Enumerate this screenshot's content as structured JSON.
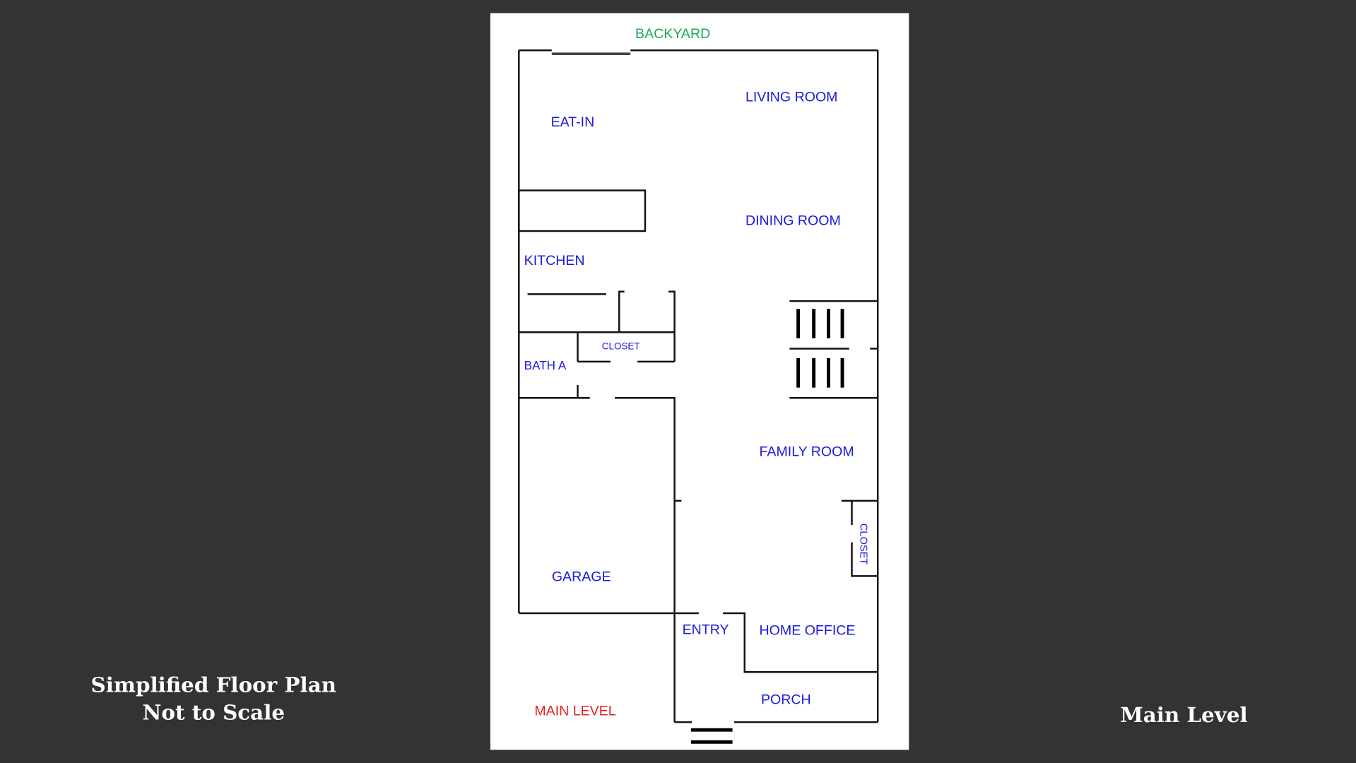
{
  "captions": {
    "left_line1": "Simplified Floor Plan",
    "left_line2": "Not to Scale",
    "right": "Main Level"
  },
  "plan": {
    "backyard": "BACKYARD",
    "level_label": "MAIN LEVEL",
    "rooms": {
      "living_room": "LIVING ROOM",
      "eat_in": "EAT-IN",
      "dining_room": "DINING ROOM",
      "kitchen": "KITCHEN",
      "closet_upper": "CLOSET",
      "bath_a": "BATH A",
      "family_room": "FAMILY ROOM",
      "closet_right": "CLOSET",
      "garage": "GARAGE",
      "entry": "ENTRY",
      "home_office": "HOME OFFICE",
      "porch": "PORCH"
    }
  },
  "colors": {
    "background": "#333333",
    "room_label": "#1a1ae0",
    "backyard": "#1aaa55",
    "level_label": "#e82020"
  }
}
